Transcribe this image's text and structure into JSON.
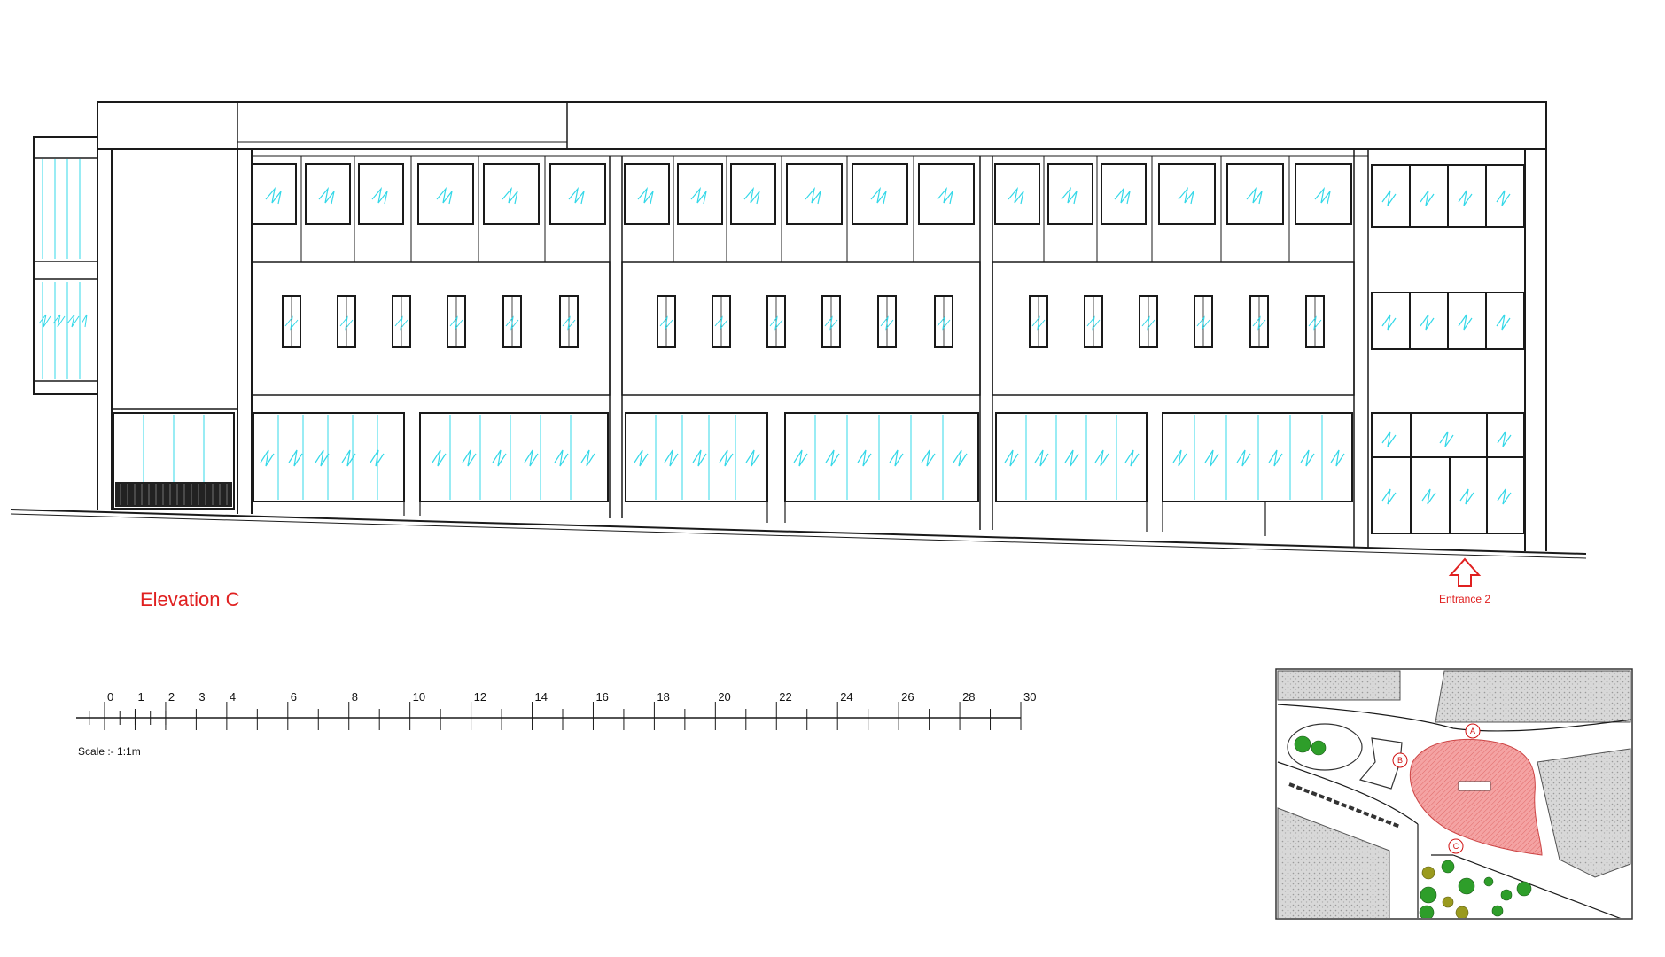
{
  "title": "Elevation C",
  "entrance_label": "Entrance 2",
  "scale": {
    "caption": "Scale :- 1:1m",
    "tick_labels": [
      "0",
      "1",
      "2",
      "3",
      "4",
      "6",
      "8",
      "10",
      "12",
      "14",
      "16",
      "18",
      "20",
      "22",
      "24",
      "26",
      "28",
      "30"
    ]
  },
  "key_plan": {
    "markers": [
      "A",
      "B",
      "C"
    ]
  },
  "colors": {
    "accent_red": "#e02020",
    "glass_cyan": "#33d8e8",
    "site_fill": "#f4a3a3",
    "tree_green": "#2e9e2a",
    "tree_olive": "#9a9a1e"
  }
}
